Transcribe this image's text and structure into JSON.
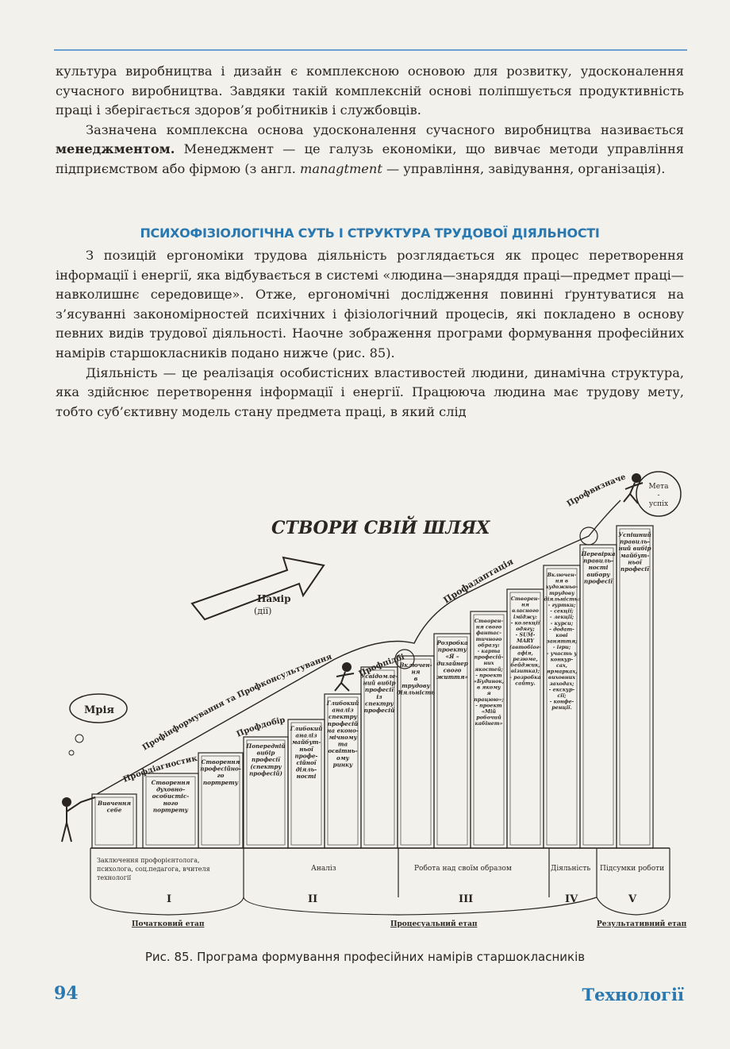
{
  "intro": {
    "p1": "культура виробництва і дизайн є комплексною основою для розвитку, удосконалення сучасного виробництва. Завдяки такій комплексній основі поліпшується продуктивність праці і зберігається здоров’я робітників і службовців.",
    "p2_a": "Зазначена комплексна основа удосконалення сучасного виробництва називається ",
    "p2_term": "менеджментом.",
    "p2_b": " Менеджмент — це галузь економіки, що вивчає методи управління підприємством або фірмою (з англ. ",
    "p2_eng": "managtment",
    "p2_c": " — управління, завідування, організація)."
  },
  "section_heading": "ПСИХОФІЗІОЛОГІЧНА СУТЬ І СТРУКТУРА ТРУДОВОЇ ДІЯЛЬНОСТІ",
  "body": {
    "p3": "З позицій ергономіки трудова діяльність розглядається як процес перетворення інформації і енергії, яка відбувається в системі «людина—знаряддя праці—предмет праці—навколишнє середовище». Отже, ергономічні дослідження повинні ґрунтуватися на з’ясуванні закономірностей психічних і фізіологічний процесів, які покладено в основу певних видів трудової діяльності. Наочне зображення програми формування професійних намірів старшокласників подано нижче (рис. 85).",
    "p4": "Діяльність — це реалізація особистісних властивостей людини, динамічна структура, яка здійснює перетворення інформації і енергії. Працююча людина має трудову мету, тобто суб’єктивну модель стану предмета праці, в який слід"
  },
  "figure": {
    "title": "СТВОРИ СВІЙ ШЛЯХ",
    "arrow_label_1": "Намір",
    "arrow_label_2": "(дії)",
    "dream": "Мрія",
    "goal_1": "Мета",
    "goal_2": "-",
    "goal_3": "успіх",
    "curve_labels": {
      "profinform": "Профінформування та Профконсультування",
      "profdiag": "Профдіагностика",
      "profvybir": "Профдобір",
      "profadapt": "Профадаптація",
      "profpidbir": "Профпідбір",
      "profvyznach": "Профвизначення"
    },
    "steps": [
      {
        "id": "s1",
        "text": [
          "Вивчення",
          "себе"
        ]
      },
      {
        "id": "s2",
        "text": [
          "Створення",
          "духовно-",
          "особистіс-",
          "ного",
          "портрету"
        ]
      },
      {
        "id": "s3",
        "text": [
          "Створення",
          "професійно-",
          "го",
          "портрету"
        ]
      },
      {
        "id": "s4",
        "text": [
          "Попередній",
          "вибір",
          "професії",
          "(спектру",
          "професій)"
        ]
      },
      {
        "id": "s5",
        "text": [
          "Глибокий",
          "аналіз",
          "майбут-",
          "ньої",
          "профе-",
          "сійної",
          "діяль-",
          "ності"
        ]
      },
      {
        "id": "s6",
        "text": [
          "Глибокий",
          "аналіз",
          "спектру",
          "професій",
          "на еконо-",
          "мічному",
          "та",
          "освітнь-",
          "ому",
          "ринку"
        ]
      },
      {
        "id": "s7",
        "text": [
          "Усвідомле-",
          "ний вибір",
          "професії",
          "із",
          "спектру",
          "професій"
        ]
      },
      {
        "id": "s8",
        "text": [
          "Включен-",
          "ня",
          "в",
          "трудову",
          "діяльність"
        ]
      },
      {
        "id": "s9",
        "text": [
          "Розробка",
          "проекту",
          "«Я –",
          "дизайнер",
          "свого",
          "життя»"
        ]
      },
      {
        "id": "s10",
        "text": [
          "Створен-",
          "ня свого",
          "фантас-",
          "тичного",
          "образу:",
          "- карта",
          "професій-",
          "них",
          "якостей;",
          "- проект",
          "«Будинок,",
          "в якому",
          "я",
          "працюю»;",
          "- проект",
          "«Мій",
          "робочий",
          "кабінет»"
        ]
      },
      {
        "id": "s11",
        "text": [
          "Створен-",
          "ня",
          "власного",
          "іміджу:",
          "- колекції",
          "одягу;",
          "- SUM-",
          "MARY",
          "(автобіог-",
          "афія,",
          "резюме,",
          "бейджик,",
          "візитка);",
          "- розробка",
          "сайту."
        ]
      },
      {
        "id": "s12",
        "text": [
          "Включен-",
          "ня в",
          "художньо-",
          "трудову",
          "діяльність:",
          "- гуртки;",
          "- секції;",
          "- лекції;",
          "- курси;",
          "- додат-",
          "кові",
          "заняття;",
          "- ігри;",
          "- участь у",
          "конкур-",
          "сах,",
          "ярмарках,",
          "виховних",
          "заходах;",
          "- екскур-",
          "сії;",
          "- конфе-",
          "ренції."
        ]
      },
      {
        "id": "s13",
        "text": [
          "Перевірка",
          "правиль-",
          "ності",
          "вибору",
          "професії"
        ]
      },
      {
        "id": "s14",
        "text": [
          "Успішний",
          "правиль-",
          "ний вибір",
          "майбут-",
          "ньої",
          "професії"
        ]
      }
    ],
    "bottom": {
      "col1": [
        "Заключення профорієнтолога,",
        "психолога, соц.педагога, вчителя",
        "технології"
      ],
      "col2": "Аналіз",
      "col3": "Робота над своїм образом",
      "col4": "Діяльність",
      "col5": "Підсумки роботи",
      "roman": [
        "I",
        "II",
        "III",
        "IV",
        "V"
      ],
      "stage1": "Початковий етап",
      "stage2": "Процесуальний етап",
      "stage3": "Результативний етап"
    }
  },
  "caption": "Рис. 85. Програма формування професійних намірів старшокласників",
  "footer": {
    "page_number": "94",
    "subject": "Технології"
  },
  "colors": {
    "accent_blue": "#2a78b0",
    "rule_blue": "#6aa0cf"
  }
}
